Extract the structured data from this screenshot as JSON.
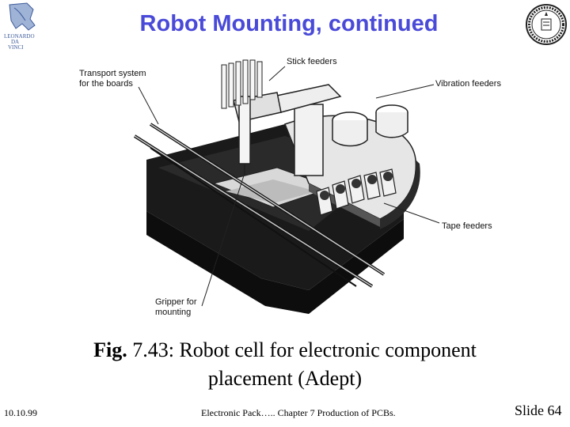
{
  "slide": {
    "title": "Robot Mounting, continued",
    "logo_left_text": [
      "LEONARDO",
      "DA",
      "VINCI"
    ]
  },
  "figure": {
    "callouts": {
      "transport": [
        "Transport system",
        "for the boards"
      ],
      "stick": "Stick feeders",
      "vibration": "Vibration feeders",
      "tape": "Tape feeders",
      "gripper": [
        "Gripper for",
        "mounting"
      ]
    }
  },
  "caption": {
    "prefix": "Fig.",
    "line1_rest": " 7.43: Robot cell for electronic component",
    "line2": "placement (Adept)"
  },
  "footer": {
    "date": "10.10.99",
    "center": "Electronic Pack….. Chapter 7 Production of PCBs.",
    "slide_label": "Slide",
    "slide_number": "64"
  },
  "colors": {
    "title": "#4a4ad9",
    "logo_blue": "#3c5a9a"
  }
}
